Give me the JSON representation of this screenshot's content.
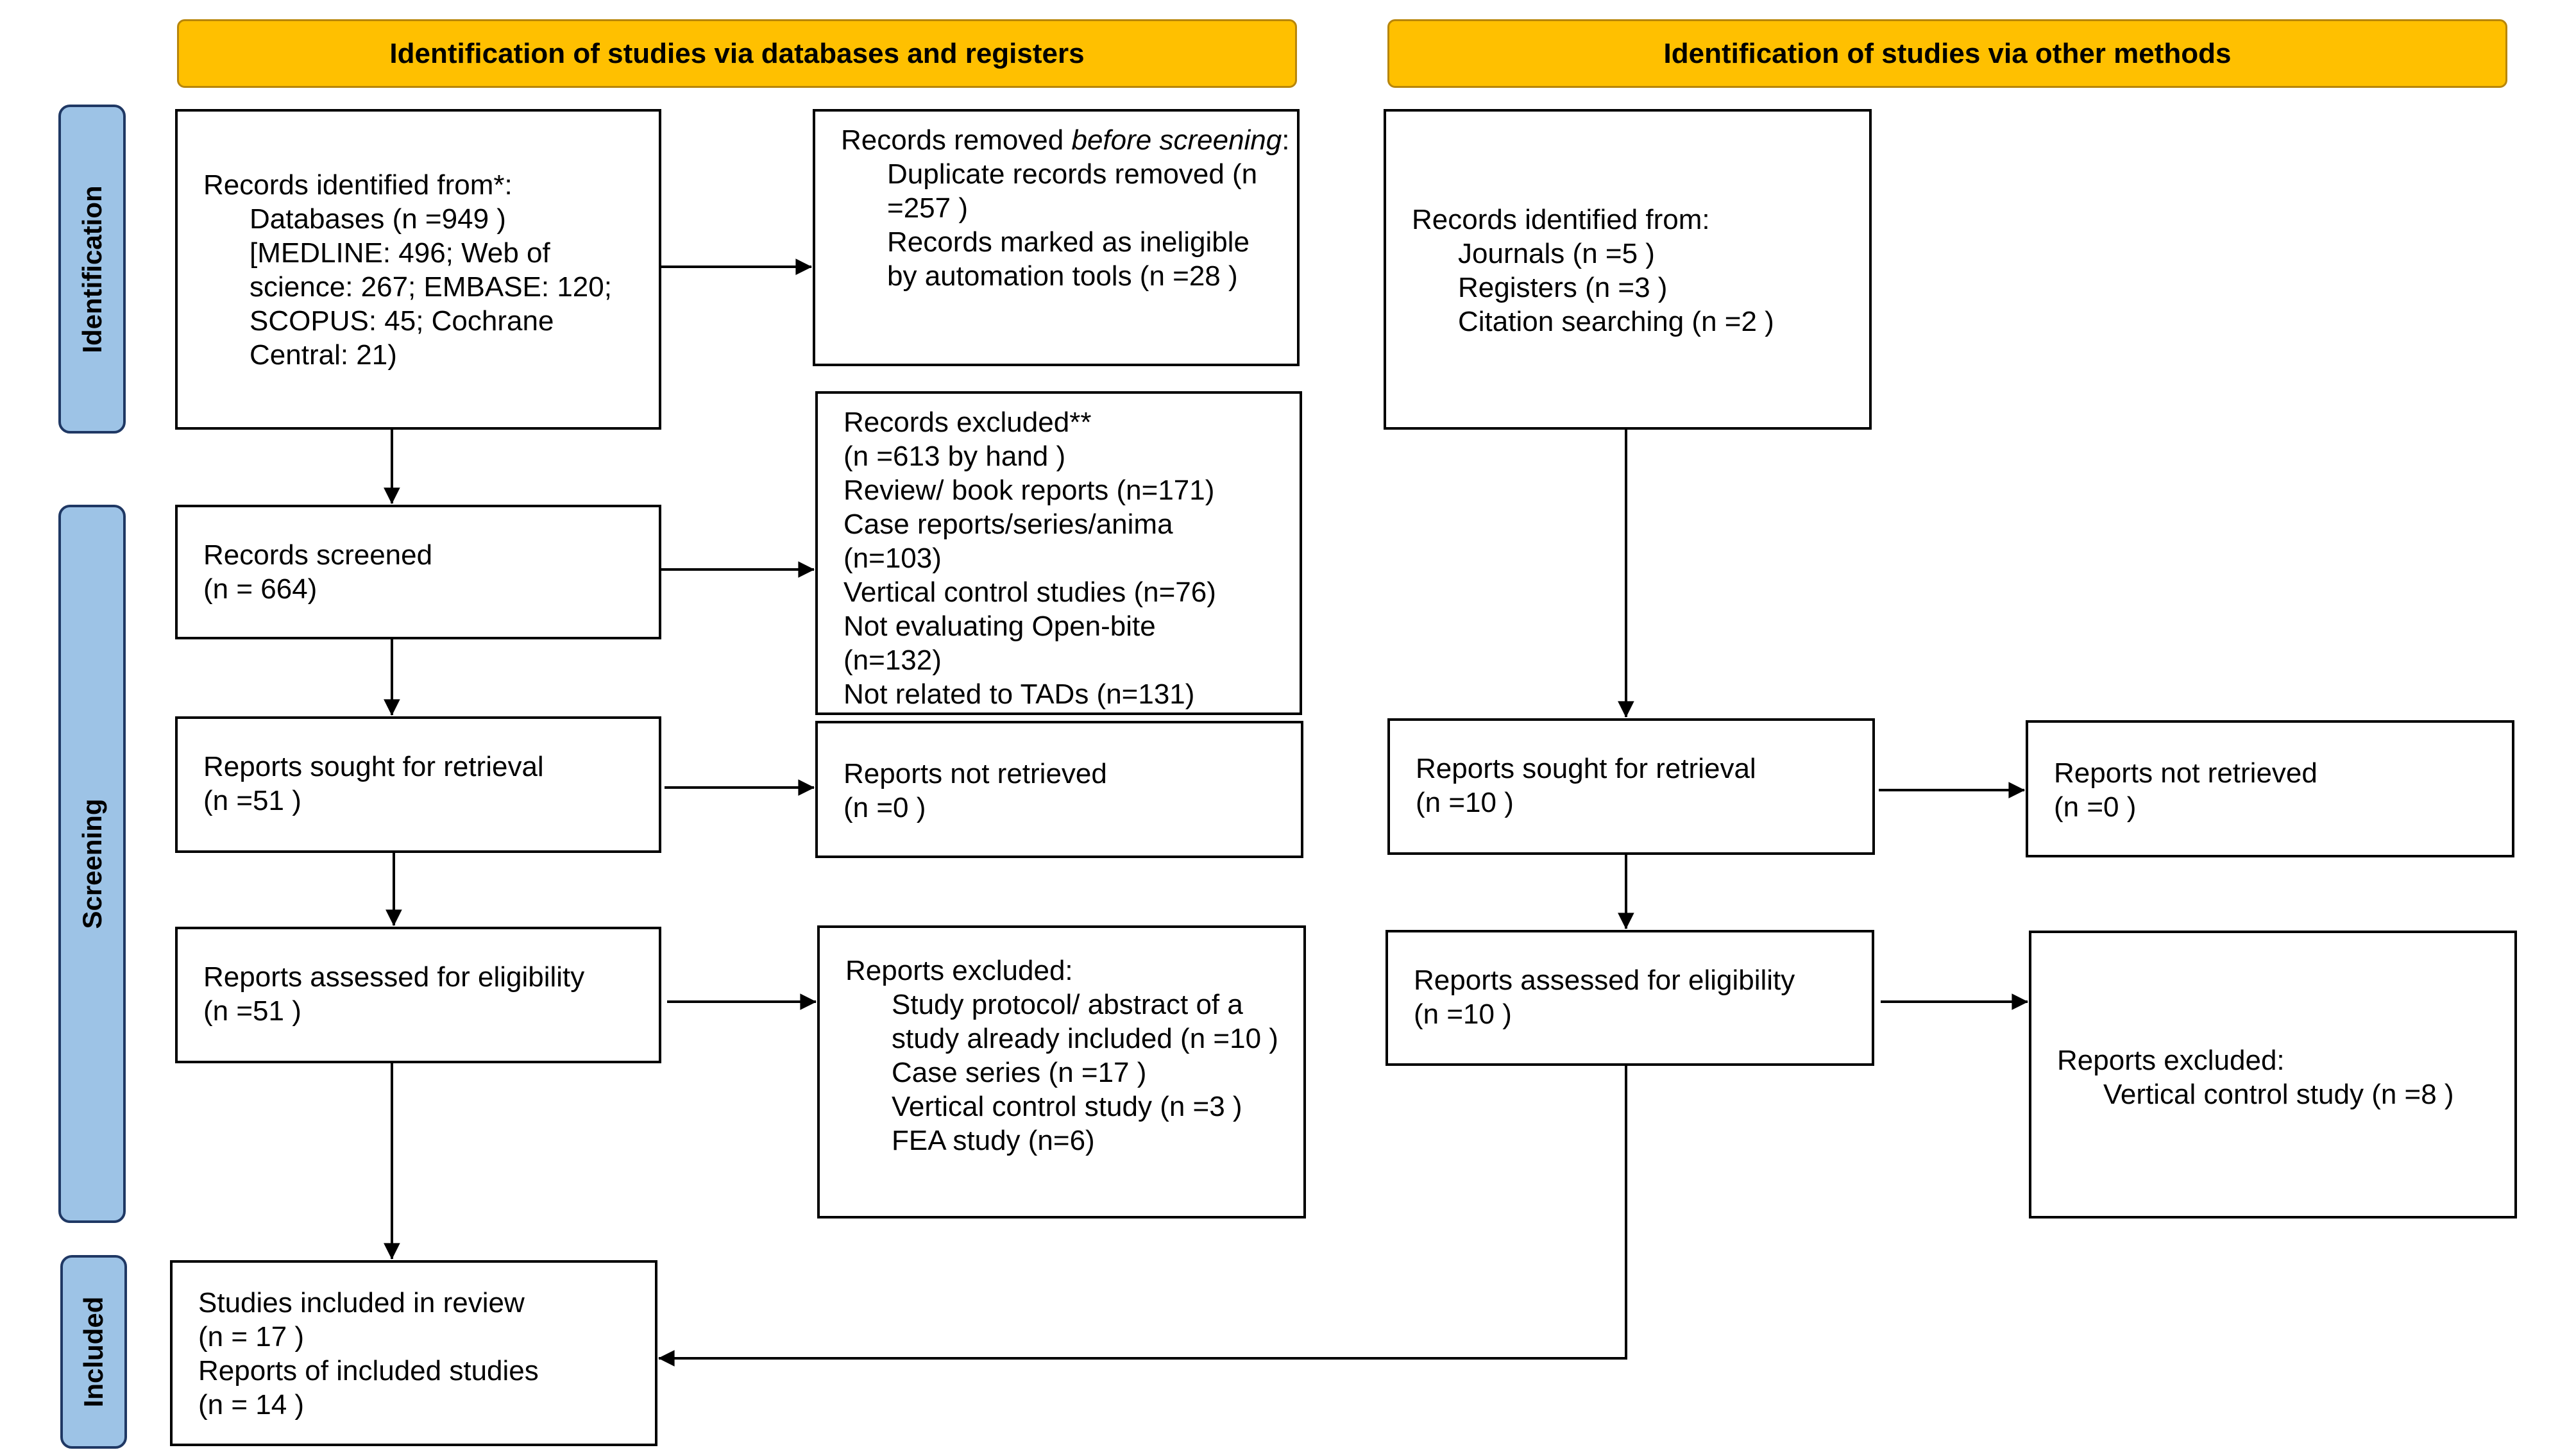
{
  "headers": {
    "databases": "Identification of studies via databases and registers",
    "other": "Identification of studies via other methods"
  },
  "phases": {
    "identification": "Identification",
    "screening": "Screening",
    "included": "Included"
  },
  "left": {
    "identified": {
      "title": "Records identified from*:",
      "databases": "Databases (n =949 )",
      "details": "[MEDLINE: 496; Web of science: 267; EMBASE: 120; SCOPUS: 45; Cochrane Central: 21)"
    },
    "removed": {
      "title_prefix": "Records removed ",
      "title_em": "before screening",
      "title_suffix": ":",
      "duplicate": "Duplicate records removed (n =257 )",
      "ineligible": "Records marked as ineligible by automation tools (n =28 )"
    },
    "screened": {
      "title": "Records screened",
      "count": "(n = 664)"
    },
    "excluded": {
      "lines": [
        "Records excluded**",
        "(n =613 by hand )",
        "Review/ book reports (n=171)",
        "Case reports/series/anima",
        "(n=103)",
        "Vertical control studies (n=76)",
        "Not evaluating Open-bite",
        "(n=132)",
        "Not related to TADs (n=131)"
      ]
    },
    "sought": {
      "title": "Reports sought for retrieval",
      "count": "(n =51 )"
    },
    "not_retrieved": {
      "title": "Reports not retrieved",
      "count": "(n =0 )"
    },
    "assessed": {
      "title": "Reports assessed for eligibility",
      "count": "(n =51 )"
    },
    "reports_excluded": {
      "title": "Reports excluded:",
      "protocol": "Study protocol/ abstract of a study already included (n =10 )",
      "case_series": "Case series (n =17 )",
      "vertical": "Vertical control study (n =3 )",
      "fea": "FEA study (n=6)"
    },
    "included": {
      "studies_title": "Studies included in review",
      "studies_count": "(n = 17 )",
      "reports_title": "Reports of included studies",
      "reports_count": "(n = 14 )"
    }
  },
  "right": {
    "identified": {
      "title": "Records identified from:",
      "journals": "Journals (n =5 )",
      "registers": "Registers (n =3 )",
      "citation": "Citation searching (n =2 )"
    },
    "sought": {
      "title": "Reports sought for retrieval",
      "count": "(n =10 )"
    },
    "not_retrieved": {
      "title": "Reports not retrieved",
      "count": "(n =0 )"
    },
    "assessed": {
      "title": "Reports assessed for eligibility",
      "count": "(n =10 )"
    },
    "excluded": {
      "title": "Reports excluded:",
      "vertical": "Vertical control study (n =8 )"
    }
  },
  "colors": {
    "header_fill": "#FFC000",
    "phase_fill": "#9DC3E6",
    "phase_border": "#1F3864"
  }
}
